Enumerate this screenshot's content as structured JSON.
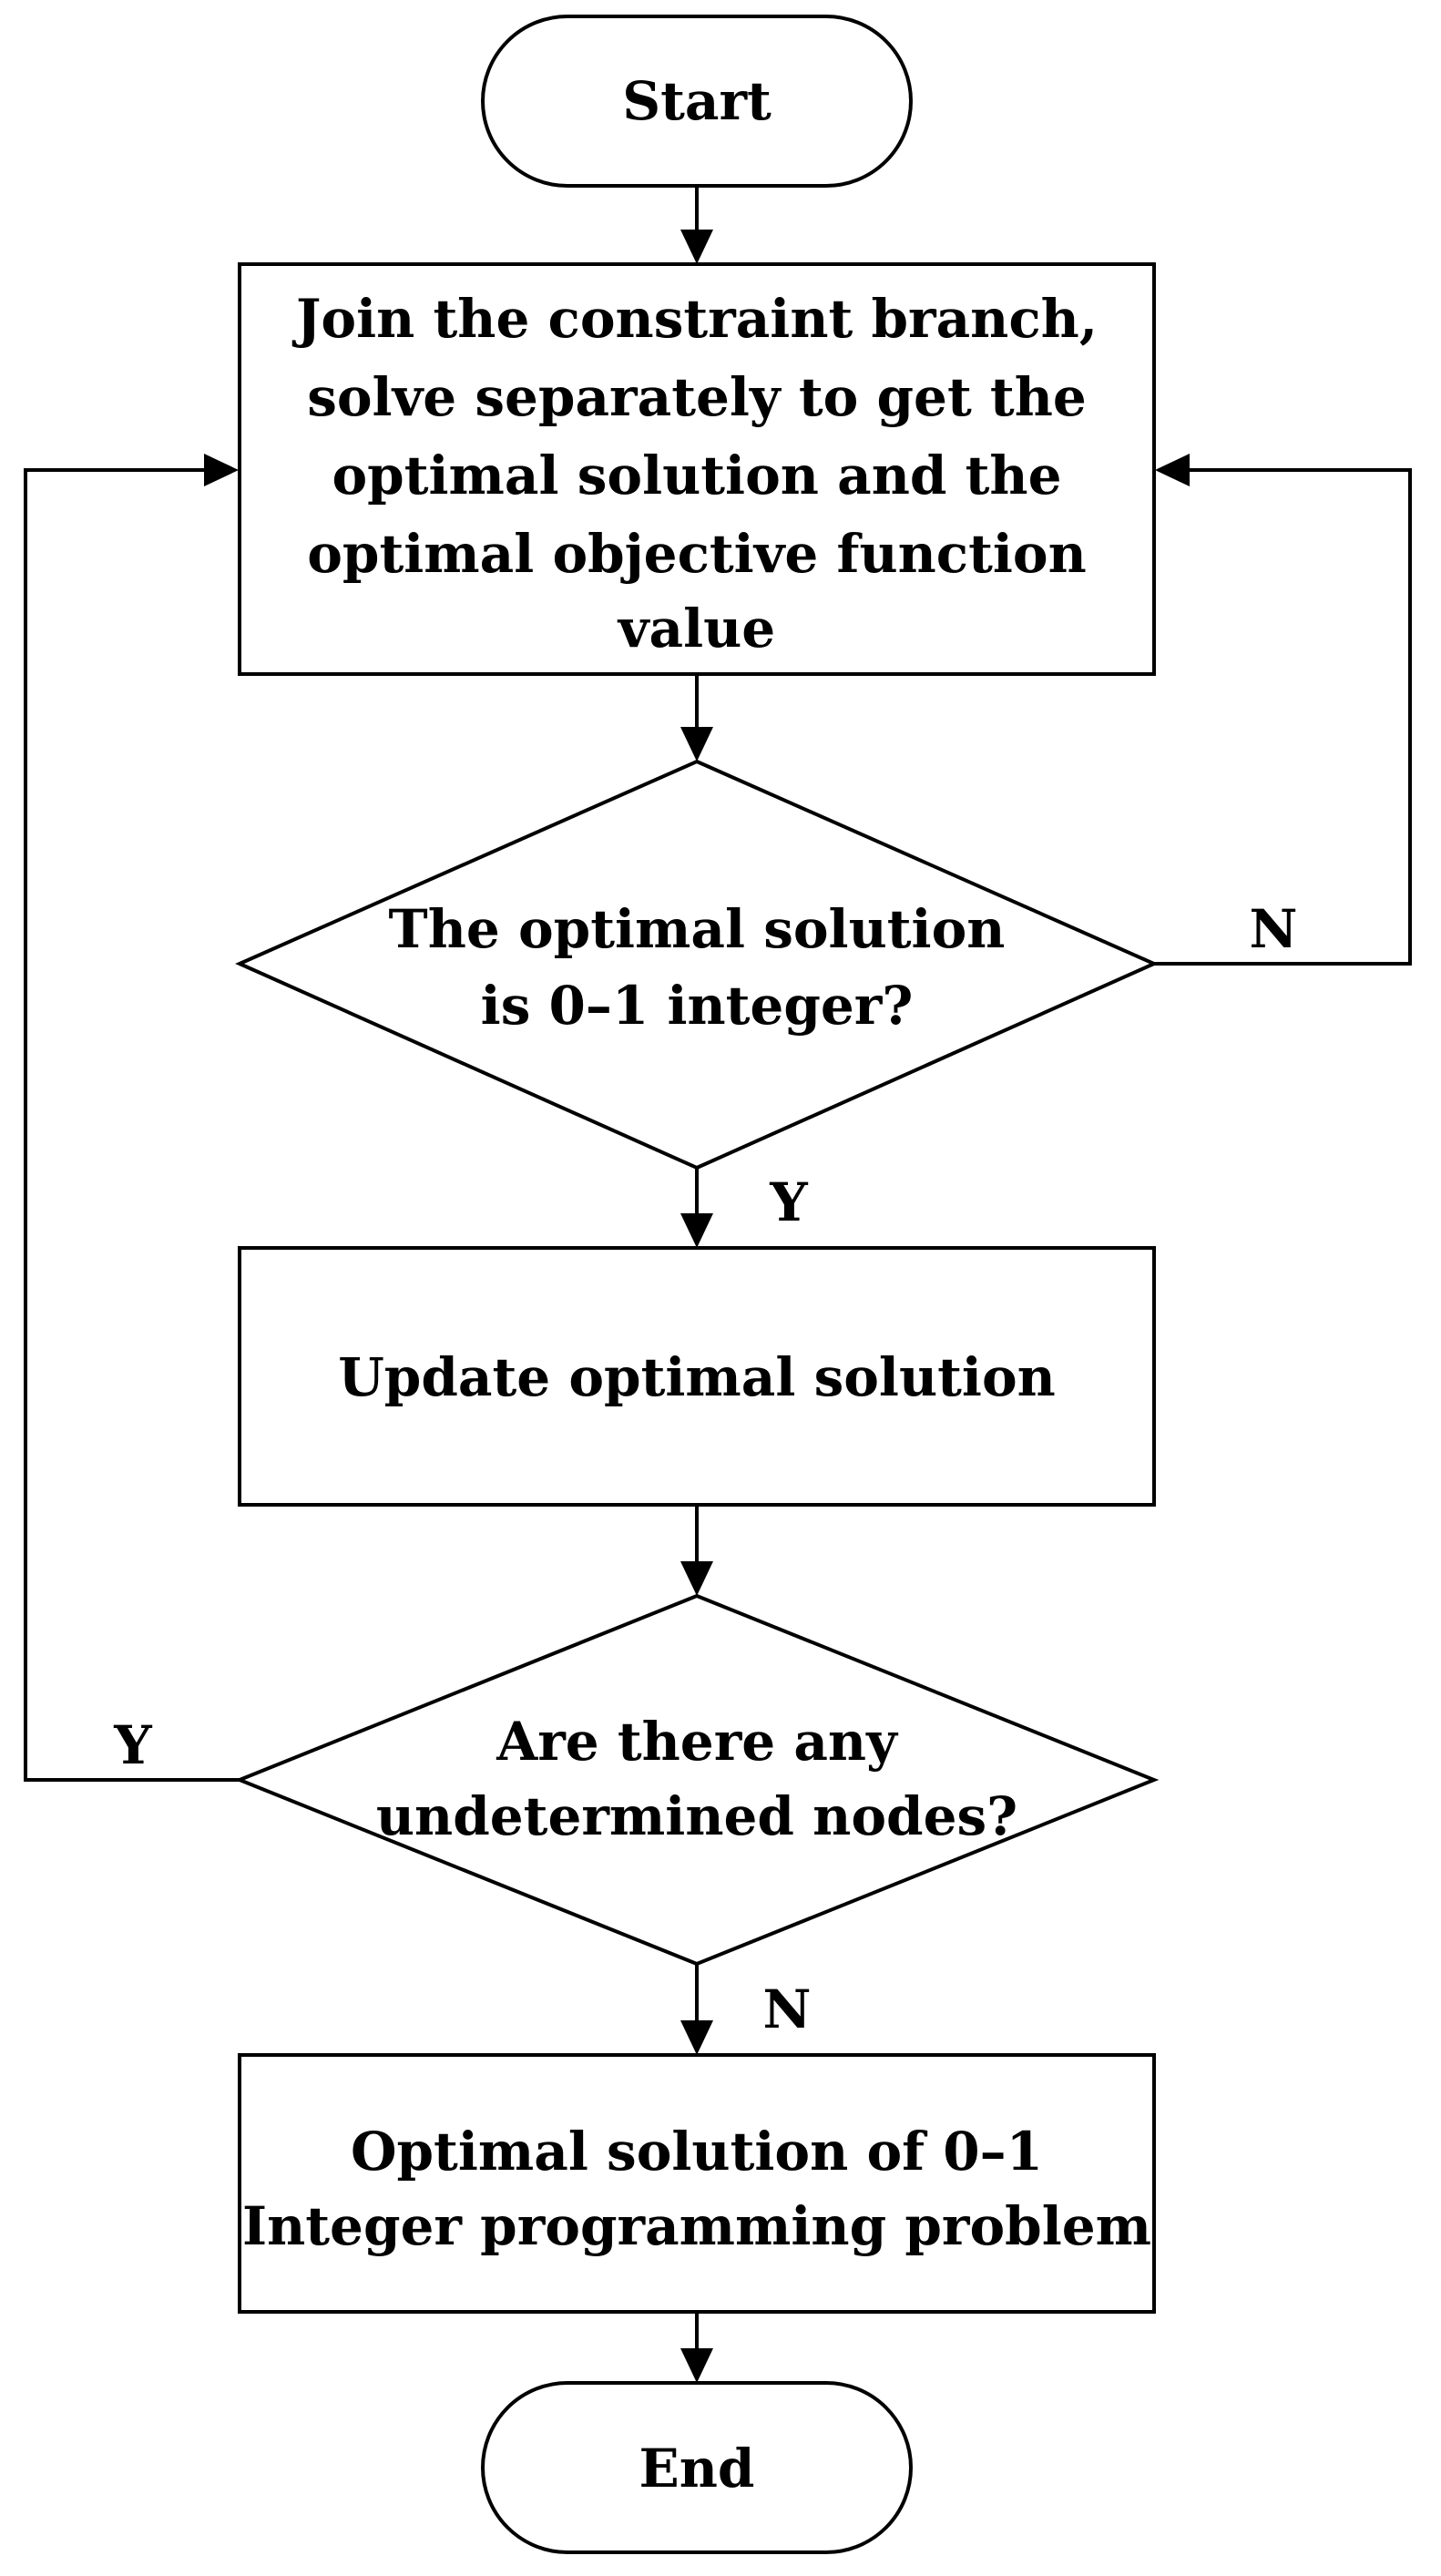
{
  "flowchart": {
    "start": {
      "label": "Start"
    },
    "process_branch": {
      "lines": [
        "Join the constraint branch,",
        "solve separately to get the",
        "optimal solution and the",
        "optimal objective function",
        "value"
      ]
    },
    "decision_integer": {
      "lines": [
        "The optimal solution",
        "is 0–1 integer?"
      ],
      "yes_label": "Y",
      "no_label": "N"
    },
    "process_update": {
      "label": "Update optimal solution"
    },
    "decision_nodes": {
      "lines": [
        "Are there any",
        "undetermined nodes?"
      ],
      "yes_label": "Y",
      "no_label": "N"
    },
    "process_result": {
      "lines": [
        "Optimal solution of 0–1",
        "Integer programming problem"
      ]
    },
    "end": {
      "label": "End"
    }
  }
}
